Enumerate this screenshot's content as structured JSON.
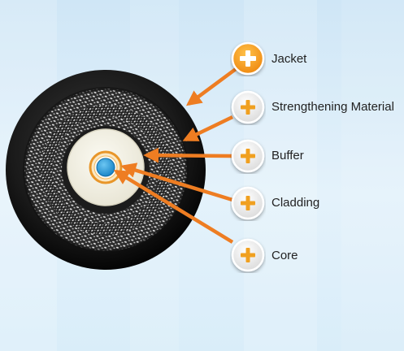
{
  "components": [
    {
      "id": "jacket",
      "label": "Jacket",
      "active": true
    },
    {
      "id": "strengthening",
      "label": "Strengthening Material",
      "active": false
    },
    {
      "id": "buffer",
      "label": "Buffer",
      "active": false
    },
    {
      "id": "cladding",
      "label": "Cladding",
      "active": false
    },
    {
      "id": "core",
      "label": "Core",
      "active": false
    }
  ],
  "colors": {
    "arrow": "#ee7d22",
    "active_button": "#f39a1e",
    "inactive_button": "#ffffff",
    "plus": "#f0a020",
    "jacket": "#151515",
    "core": "#2a9ddc"
  }
}
